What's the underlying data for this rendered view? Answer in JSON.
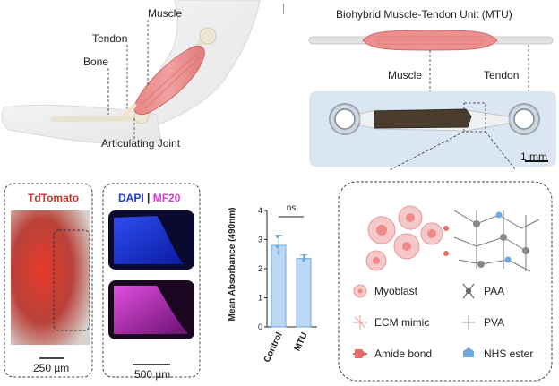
{
  "arm": {
    "labels": {
      "muscle": "Muscle",
      "tendon": "Tendon",
      "bone": "Bone",
      "joint": "Articulating Joint"
    }
  },
  "mtu": {
    "title": "Biohybrid Muscle-Tendon Unit (MTU)",
    "muscle_label": "Muscle",
    "tendon_label": "Tendon",
    "scale_label": "1 mm"
  },
  "micrograph": {
    "tdtomato_label": "TdTomato",
    "dapi_label": "DAPI",
    "separator": "|",
    "mf20_label": "MF20",
    "scale_left": "250 µm",
    "scale_right": "500 µm",
    "colors": {
      "tdtomato": "#c0392b",
      "dapi": "#1f3bd6",
      "mf20": "#d63bd6"
    }
  },
  "chart_data": {
    "type": "bar",
    "categories": [
      "Control",
      "MTU"
    ],
    "values": [
      2.8,
      2.35
    ],
    "errors": [
      0.35,
      0.12
    ],
    "points": [
      [
        3.1,
        2.75,
        2.55
      ],
      [
        2.45,
        2.35,
        2.3
      ]
    ],
    "ylabel": "Mean Absorbance (490nm)",
    "ylim": [
      0,
      4
    ],
    "yticks": [
      "0",
      "1",
      "2",
      "3",
      "4"
    ],
    "significance": "ns",
    "bar_color": "#bcd7f2",
    "edge_color": "#6fa8dc"
  },
  "legend": {
    "items": [
      {
        "icon": "myoblast-icon",
        "label": "Myoblast"
      },
      {
        "icon": "paa-icon",
        "label": "PAA"
      },
      {
        "icon": "ecm-mimic-icon",
        "label": "ECM mimic"
      },
      {
        "icon": "pva-icon",
        "label": "PVA"
      },
      {
        "icon": "amide-bond-icon",
        "label": "Amide bond"
      },
      {
        "icon": "nhs-ester-icon",
        "label": "NHS ester"
      }
    ]
  }
}
